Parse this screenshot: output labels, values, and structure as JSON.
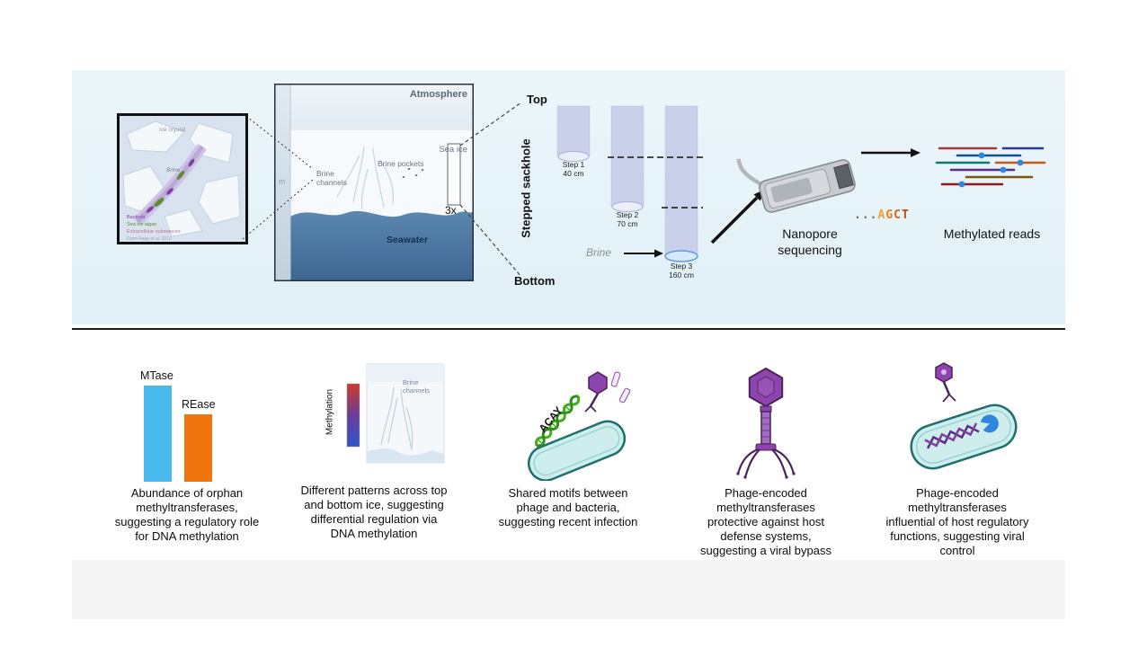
{
  "top": {
    "inset": {
      "ice_crystal_label": "Ice crystal",
      "brine_label": "Brine",
      "legend": {
        "bacteria": "Bacteria",
        "algae": "Sea ice algae",
        "eps": "Extracellular substances"
      },
      "source": "From Rapp et al. 2019"
    },
    "ice_panel": {
      "atmosphere": "Atmosphere",
      "sea_ice": "Sea ice",
      "brine_pockets": "Brine pockets",
      "brine_channels": "Brine channels",
      "seawater": "Seawater",
      "depth_unit": "m",
      "magnification": "3x"
    },
    "sackhole": {
      "top": "Top",
      "bottom": "Bottom",
      "axis_label": "Stepped sackhole",
      "brine_label": "Brine",
      "steps": [
        {
          "name": "Step 1",
          "depth": "40 cm"
        },
        {
          "name": "Step 2",
          "depth": "70 cm"
        },
        {
          "name": "Step 3",
          "depth": "160 cm"
        }
      ]
    },
    "sequencing": {
      "label": "Nanopore sequencing",
      "sequence": {
        "dots": "...",
        "a": "A",
        "g": "G",
        "c": "C",
        "t": "T"
      }
    },
    "reads_label": "Methylated reads"
  },
  "bottom": {
    "panels": [
      {
        "chart": {
          "type": "bar",
          "categories": [
            "MTase",
            "REase"
          ],
          "values": [
            100,
            70
          ],
          "colors": [
            "#4ab9ed",
            "#f1750e"
          ]
        },
        "bar1_label": "MTase",
        "bar2_label": "REase",
        "caption": "Abundance of orphan methyltransferases, suggesting a regulatory role for DNA methylation"
      },
      {
        "gradient_label": "Methylation",
        "panel_label": "Brine channels",
        "caption": "Different patterns across top and bottom ice, suggesting differential regulation via DNA methylation"
      },
      {
        "motif": "ACAY",
        "caption": "Shared motifs between phage and bacteria, suggesting recent infection"
      },
      {
        "caption": "Phage-encoded methyltransferases protective against host defense systems, suggesting a viral bypass"
      },
      {
        "caption": "Phage-encoded methyltransferases influential of host regulatory functions, suggesting viral control"
      }
    ]
  },
  "colors": {
    "band_bg": "#e5f2f8",
    "mtase_bar": "#4ab9ed",
    "rease_bar": "#f1750e",
    "phage_purple": "#8e44ad",
    "bacterium_teal": "#cdeeed",
    "dna_green": "#3fae1f",
    "sequence_orange": "#e6801f",
    "read_dot_blue": "#2e86de",
    "seawater_blue": "#4d7ba6"
  }
}
